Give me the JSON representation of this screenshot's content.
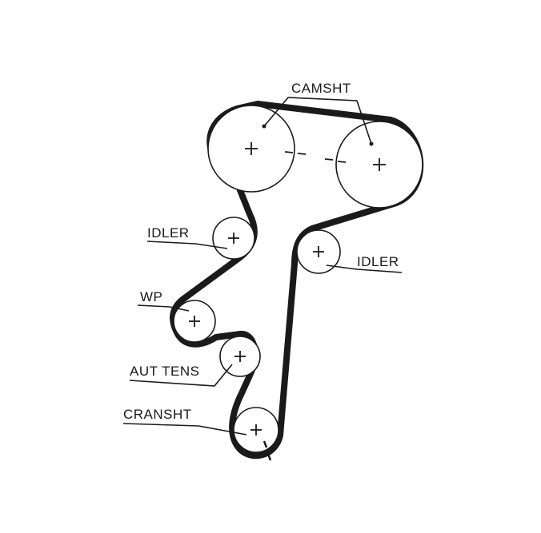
{
  "labels": {
    "camshaft": "CAMSHT",
    "idler_left": "IDLER",
    "idler_right": "IDLER",
    "water_pump": "WP",
    "auto_tensioner": "AUT TENS",
    "crankshaft": "CRANSHT"
  }
}
